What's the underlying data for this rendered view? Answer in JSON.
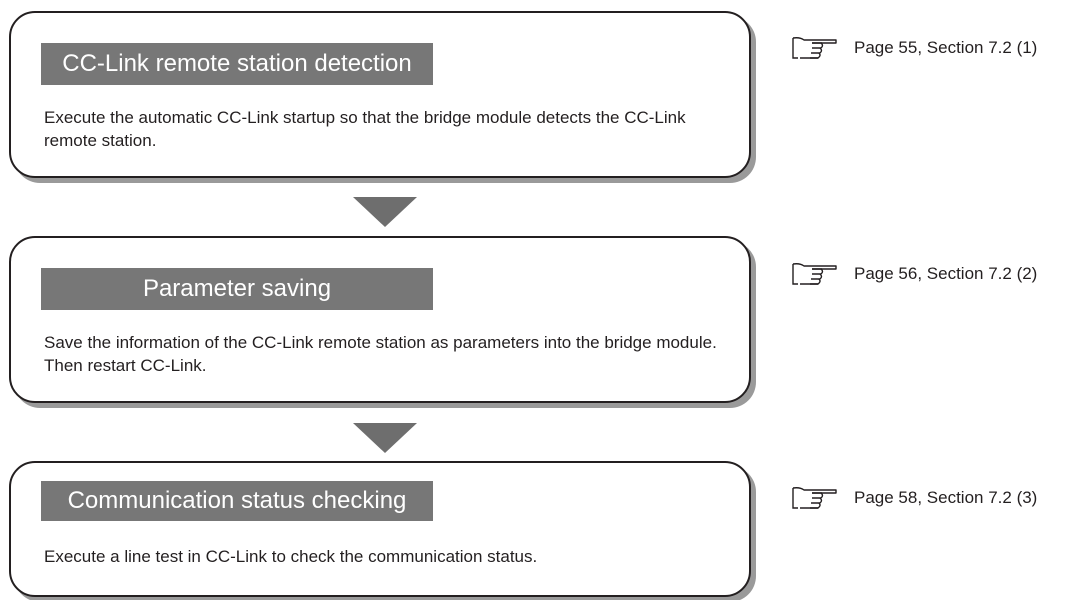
{
  "steps": [
    {
      "title": "CC-Link remote station detection",
      "description": "Execute the automatic CC-Link startup so that the bridge module detects the CC-Link remote station.",
      "reference": "Page 55, Section 7.2 (1)"
    },
    {
      "title": "Parameter saving",
      "description": "Save the information of the CC-Link remote station as parameters into the bridge module. Then restart CC-Link.",
      "reference": "Page 56, Section 7.2 (2)"
    },
    {
      "title": "Communication status checking",
      "description": "Execute a line test in CC-Link to check the communication status.",
      "reference": "Page 58, Section 7.2 (3)"
    }
  ],
  "icons": {
    "reference": "pointing-hand-icon",
    "flow": "triangle-down-arrow-icon"
  },
  "colors": {
    "title_bar": "#777777",
    "title_text": "#ffffff",
    "border": "#231f20",
    "shadow": "#9a9a9a",
    "arrow": "#6e6e6e"
  }
}
